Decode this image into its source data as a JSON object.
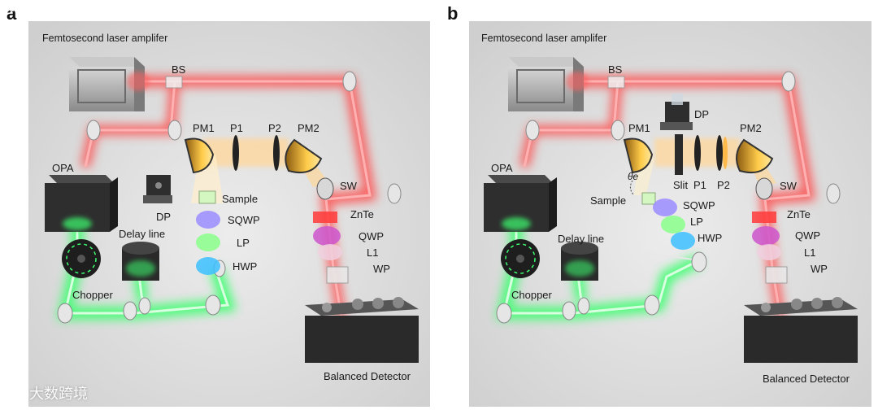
{
  "panels": [
    {
      "letter": "a",
      "title": "Femtosecond laser amplifer",
      "labels": {
        "bs": "BS",
        "pm1": "PM1",
        "p1": "P1",
        "p2": "P2",
        "pm2": "PM2",
        "opa": "OPA",
        "sw": "SW",
        "sample": "Sample",
        "dp": "DP",
        "sqwp": "SQWP",
        "znte": "ZnTe",
        "delay": "Delay line",
        "lp": "LP",
        "qwp": "QWP",
        "hwp": "HWP",
        "l1": "L1",
        "wp": "WP",
        "chopper": "Chopper",
        "detector": "Balanced Detector"
      }
    },
    {
      "letter": "b",
      "title": "Femtosecond laser amplifer",
      "labels": {
        "bs": "BS",
        "dp": "DP",
        "pm1": "PM1",
        "pm2": "PM2",
        "opa": "OPA",
        "slit": "Slit",
        "p1": "P1",
        "p2": "P2",
        "sw": "SW",
        "theta": "θe",
        "sample": "Sample",
        "sqwp": "SQWP",
        "znte": "ZnTe",
        "lp": "LP",
        "qwp": "QWP",
        "delay": "Delay line",
        "hwp": "HWP",
        "l1": "L1",
        "wp": "WP",
        "chopper": "Chopper",
        "detector": "Balanced Detector"
      }
    }
  ],
  "watermark": "大数跨境",
  "colors": {
    "red_beam": "#ff5a5a",
    "green_beam": "#5dff8a",
    "thz_beam": "#ffcf7a",
    "background": "#dcdcdc",
    "device_dark": "#2a2a2a",
    "device_silver": "#9a9a9a"
  }
}
